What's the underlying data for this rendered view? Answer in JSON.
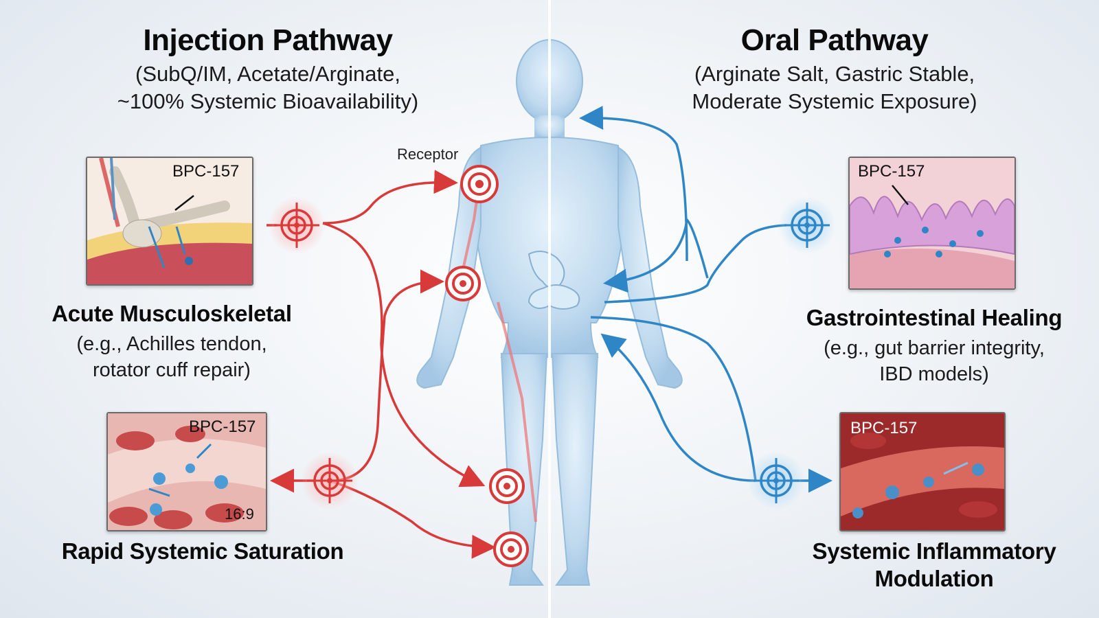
{
  "left_panel": {
    "title": "Injection Pathway",
    "subtitle_line1": "(SubQ/IM, Acetate/Arginate,",
    "subtitle_line2": "~100% Systemic Bioavailability)",
    "outcome1": {
      "title": "Acute Musculoskeletal",
      "line1": "(e.g., Achilles tendon,",
      "line2": "rotator cuff repair)",
      "inset_label": "BPC-157"
    },
    "outcome2": {
      "title": "Rapid Systemic Saturation",
      "inset_label": "BPC-157",
      "inset_corner": "16:9"
    }
  },
  "right_panel": {
    "title": "Oral Pathway",
    "subtitle_line1": "(Arginate Salt, Gastric Stable,",
    "subtitle_line2": "Moderate Systemic Exposure)",
    "outcome1": {
      "title": "Gastrointestinal Healing",
      "line1": "(e.g., gut barrier integrity,",
      "line2": "IBD models)",
      "inset_label": "BPC-157"
    },
    "outcome2": {
      "title": "Systemic Inflammatory",
      "title_line2": "Modulation",
      "inset_label": "BPC-157"
    }
  },
  "body": {
    "receptor_label": "Receptor"
  },
  "colors": {
    "injection": "#d83a3a",
    "oral": "#2f86c6",
    "divider": "#ffffff",
    "body_fill": "#bcd8ee"
  }
}
